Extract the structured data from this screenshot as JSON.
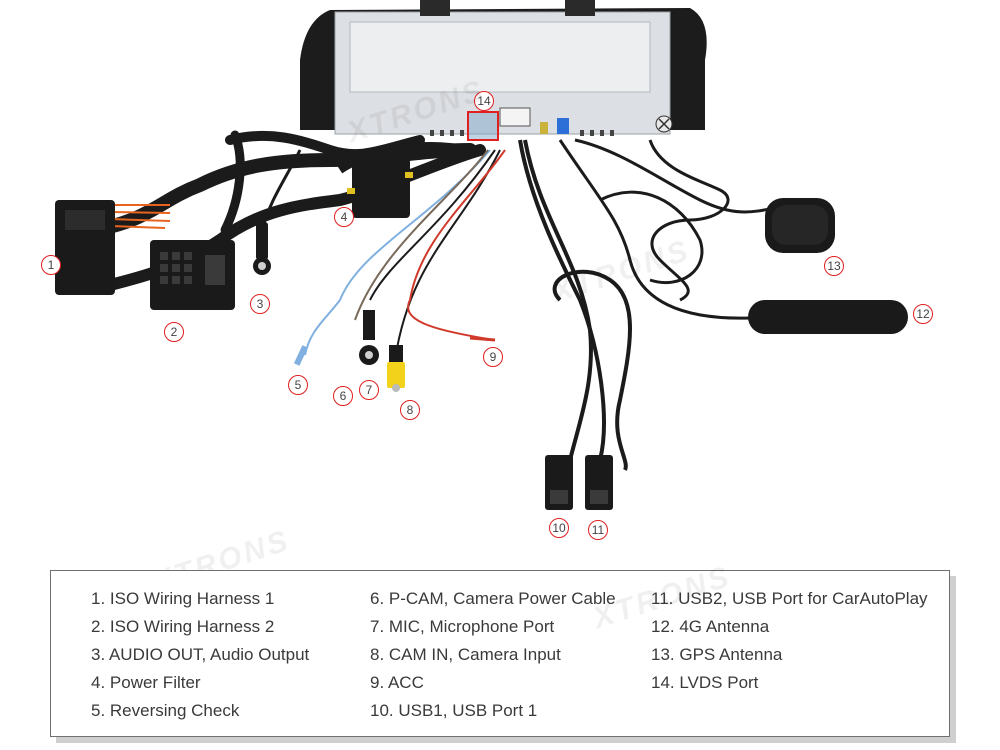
{
  "watermark": "XTRONS",
  "callouts": [
    "1",
    "2",
    "3",
    "4",
    "5",
    "6",
    "7",
    "8",
    "9",
    "10",
    "11",
    "12",
    "13",
    "14"
  ],
  "legend": {
    "col1": [
      "1. ISO Wiring Harness 1",
      "2. ISO Wiring Harness 2",
      "3. AUDIO OUT, Audio Output",
      "4. Power Filter",
      "5. Reversing Check"
    ],
    "col2": [
      "6. P-CAM, Camera Power Cable",
      "7. MIC, Microphone Port",
      "8. CAM IN, Camera Input",
      "9. ACC",
      "10. USB1, USB Port 1"
    ],
    "col3": [
      "11. USB2, USB Port for CarAutoPlay",
      "12. 4G Antenna",
      "13. GPS Antenna",
      "14. LVDS Port"
    ]
  },
  "colors": {
    "cable": "#1b1b1b",
    "highlight": "#e02020",
    "orange_wire": "#e8641e",
    "blue_wire": "#7fb0e0",
    "yellow_rca": "#f2d21a"
  }
}
